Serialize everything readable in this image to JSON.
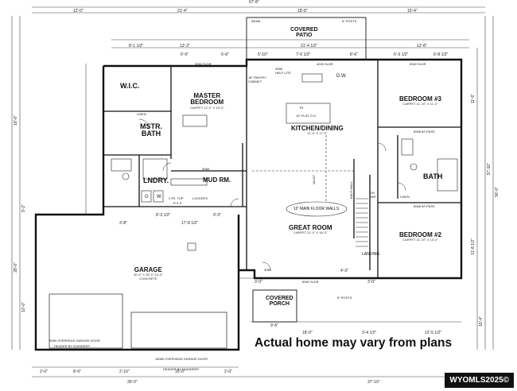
{
  "rooms": {
    "covered_patio": "COVERED\nPATIO",
    "wic": "W.I.C.",
    "master_bedroom": "MASTER\nBEDROOM",
    "master_bedroom_sub": "CARPET   12'-0\" X 15'-0\"",
    "mstr_bath": "MSTR.\nBATH",
    "laundry": "LNDRY.",
    "mud_rm": "MUD RM.",
    "kitchen_dining": "KITCHEN/DINING",
    "kitchen_sub": "21'-0\" X 17'-0\"",
    "bedroom3": "BEDROOM #3",
    "bedroom3_sub": "CARPET   11'-10\" X 11'-2\"",
    "bath": "BATH",
    "bedroom2": "BEDROOM #2",
    "bedroom2_sub": "CARPET   11'-10\" X 13'-0\"",
    "great_room": "GREAT ROOM",
    "great_room_sub": "CARPET   21'-0\" X 18'-0\"",
    "garage": "GARAGE",
    "garage_sub": "30'-0\" X 25'-0\" 24'-0\"\nCONCRETE",
    "covered_porch": "COVERED\nPORCH",
    "landing": "LANDING",
    "walls_note": "10' MAIN FLOOR WALLS",
    "half_wall": "HALF-WALL",
    "vault": "VAULT"
  },
  "labels": {
    "beam": "BEAM",
    "posts_top": "8\" POSTS",
    "posts_porch": "8\" POSTS",
    "d_w": "D.W.",
    "linen_mb": "LINEN",
    "linen_bath": "LINEN",
    "ctr_top": "CTR. TOP",
    "lockers": "LOCKERS",
    "rs": "R & S",
    "g": "G",
    "w": "W",
    "tr": "TR",
    "flat_oh": "10\" FLAT O.H.",
    "door_5060_slider": "5060 SLDR",
    "door_4026_slider": "4026 SLDR",
    "door_5060_slider_b": "5060 SLDR",
    "door_5060_slider_c": "5060 SLDR",
    "door_5068_bypass": "5068 BY-PASS",
    "door_5068_bypass_b": "5068 BY-PASS",
    "door_3060": "3060",
    "door_3068": "3068",
    "garage_door_1": "9080 OVERHEAD GARAGE DOOR",
    "header_1": "HEADER BY ENGINEER",
    "garage_door_2": "16080 OVERHEAD GARAGE DOOR",
    "header_2": "HEADER BY ENGINEER",
    "dn": "DN\n16R",
    "half_lite": "3068\nHALF-LITE",
    "pantry": "18\" PANTRY\nCABINET"
  },
  "dimensions": {
    "overall_top": "67'-8\"",
    "top_left": "12'-0\"",
    "top_mid": "21'-4\"",
    "top_center": "18'-8\"",
    "top_right": "15'-4\"",
    "row2_a": "8'-1 1/2\"",
    "row2_b": "13'-3\"",
    "row2_c": "21'-4 1/2\"",
    "row2_d": "12'-8\"",
    "row3_a": "6'-9\"",
    "row3_b": "6'-6\"",
    "row3_c": "5'-10\"",
    "row3_d": "7'-0 1/2\"",
    "row3_e": "8'-6\"",
    "row3_f": "6'-3 1/2\"",
    "row3_g": "6'-8 1/2\"",
    "left_a": "18'-0\"",
    "left_b": "9'-2\"",
    "left_c": "28'-0\"",
    "left_d": "10'-0\"",
    "right_a": "11'-6\"",
    "right_b": "37'-10\"",
    "right_c": "56'-0\"",
    "right_d": "11'-8 1/2\"",
    "right_e": "16'-4\"",
    "bot_a": "2'-0\"",
    "bot_b": "8'-0\"",
    "bot_c": "2'-10\"",
    "bot_d": "16'-0\"",
    "bot_e": "2'-0\"",
    "bot_overall_left": "30'-0\"",
    "bot_overall_right": "37'-10\"",
    "porch_a": "9'-6\"",
    "porch_b": "18'-0\"",
    "porch_c": "3'-4 1/2\"",
    "porch_d": "12'-5 1/2\"",
    "mid_a": "8'-3 1/2\"",
    "mid_b": "17'-8 1/2\"",
    "mid_c": "9'-3\"",
    "mid_d": "3'-8\"",
    "gr_a": "3'-0\"",
    "gr_b": "3'-0\"",
    "gr_c": "4'-3\""
  },
  "disclaimer": "Actual home may vary from plans",
  "badge": "WYOMLS2025©"
}
